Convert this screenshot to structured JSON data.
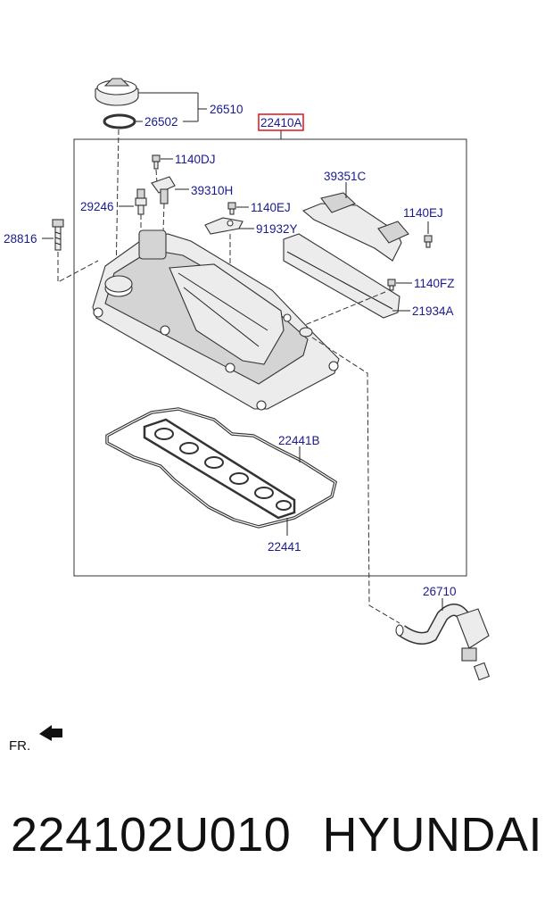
{
  "diagram": {
    "highlight_color": "#e0212b",
    "label_color": "#1a1a8c",
    "callouts": {
      "assembly": "22410A",
      "cap": "26510",
      "cap_seal": "26502",
      "bolt_top": "1140DJ",
      "sensor": "39310H",
      "plug": "29246",
      "bolt_side": "28816",
      "bracket": "39351C",
      "bolt_bracket_left": "1140EJ",
      "clip": "91932Y",
      "bolt_bracket_right": "1140EJ",
      "bolt_plate": "1140FZ",
      "plate": "21934A",
      "gasket_outer": "22441B",
      "gasket_inner": "22441",
      "hose": "26710"
    },
    "orientation": "FR."
  },
  "footer": {
    "part_number": "224102U010",
    "brand": "HYUNDAI"
  }
}
